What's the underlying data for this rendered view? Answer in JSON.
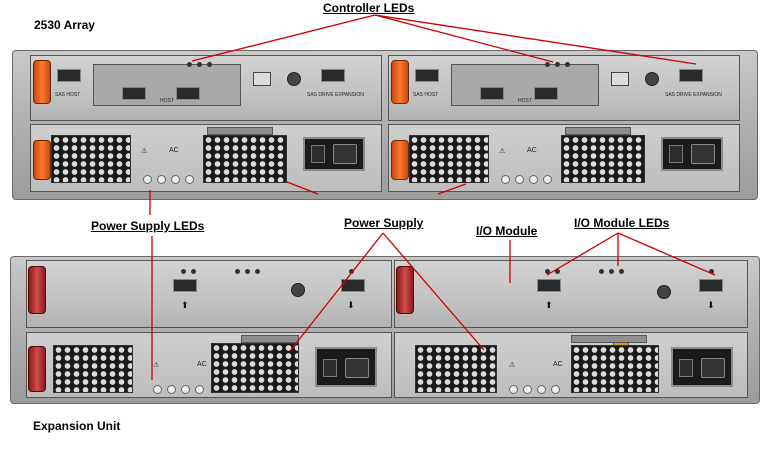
{
  "labels": {
    "array": "2530 Array",
    "controller_leds": "Controller LEDs",
    "power_supply_leds": "Power Supply LEDs",
    "power_supply": "Power Supply",
    "io_module": "I/O Module",
    "io_module_leds": "I/O Module LEDs",
    "expansion_unit": "Expansion Unit"
  },
  "port_labels": {
    "sas_host": "SAS HOST",
    "host": "HOST",
    "sas_drive_expansion": "SAS DRIVE EXPANSION",
    "ac": "AC"
  },
  "colors": {
    "callout_line": "#cc0000",
    "latch_top": "#ff7a2a",
    "latch_bottom": "#d24b4b"
  },
  "icons": [
    "arrow-up-icon",
    "arrow-down-icon",
    "warning-icon",
    "power-icon"
  ]
}
